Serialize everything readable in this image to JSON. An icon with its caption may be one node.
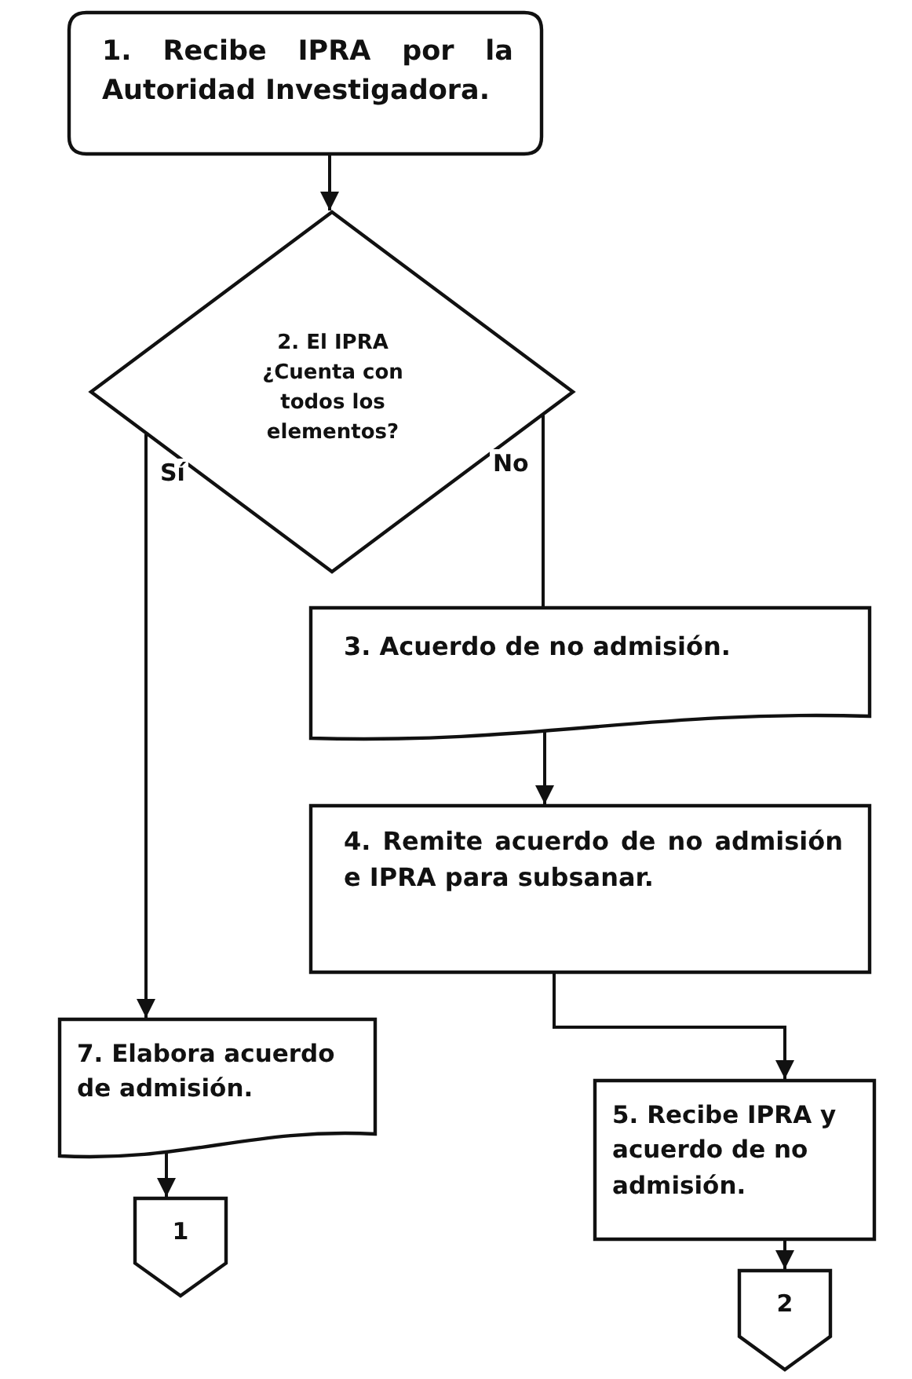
{
  "diagram": {
    "nodes": [
      {
        "text": [
          "1. Recibe IPRA por la Autoridad Investigadora."
        ]
      },
      {
        "text": [
          "2. El IPRA ¿Cuenta con todos los elementos?"
        ]
      },
      {
        "text": [
          "3. Acuerdo de no admisión."
        ]
      },
      {
        "text": [
          "4. Remite acuerdo de no admisión e IPRA para subsanar."
        ]
      },
      {
        "text": [
          "7. Elabora acuerdo de admisión."
        ]
      },
      {
        "text": [
          "5. Recibe IPRA y acuerdo de no admisión."
        ]
      },
      {
        "text": [
          "1"
        ]
      },
      {
        "text": [
          "2"
        ]
      }
    ],
    "edges": [
      {
        "from": 0,
        "to": 1,
        "arrow": "to"
      },
      {
        "from": 1,
        "to": 4,
        "arrow": "to",
        "label": "Sí"
      },
      {
        "from": 1,
        "to": 2,
        "arrow": "none",
        "label": "No"
      },
      {
        "from": 2,
        "to": 3,
        "arrow": "to"
      },
      {
        "from": 3,
        "to": 5,
        "arrow": "to"
      },
      {
        "from": 4,
        "to": 6,
        "arrow": "to"
      },
      {
        "from": 5,
        "to": 7,
        "arrow": "to"
      }
    ]
  }
}
